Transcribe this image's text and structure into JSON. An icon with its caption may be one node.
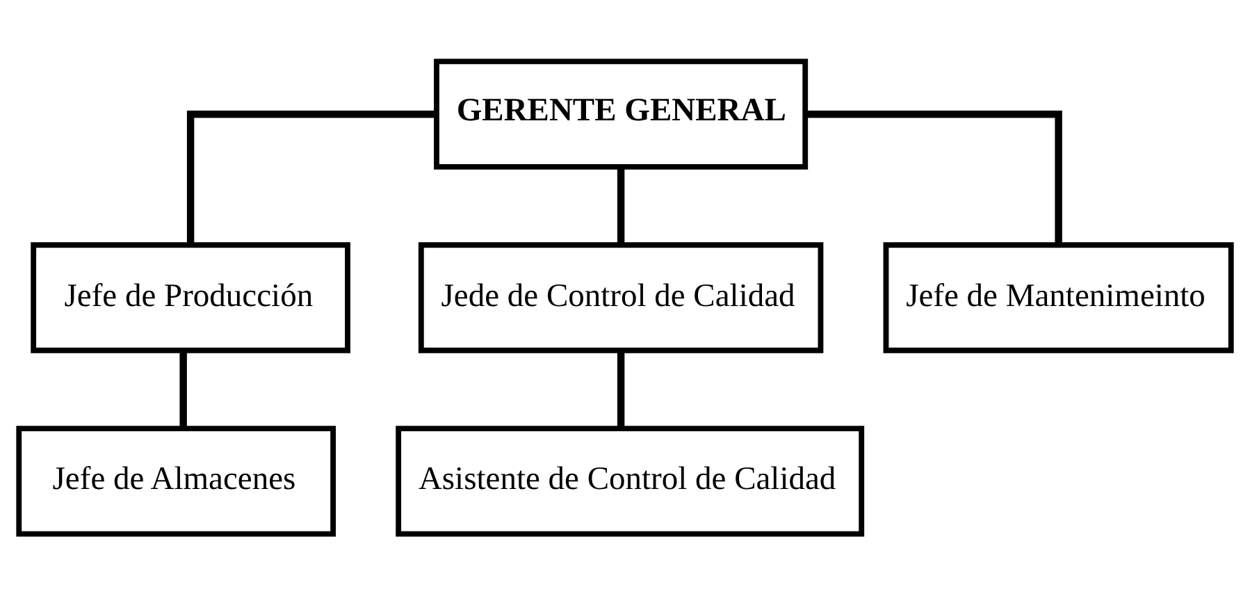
{
  "diagram": {
    "nodes": [
      {
        "text": [
          "GERENTE GENERAL"
        ]
      },
      {
        "text": [
          "Jefe de Producción"
        ]
      },
      {
        "text": [
          "Jede de Control de Calidad"
        ]
      },
      {
        "text": [
          "Jefe de Mantenimeinto"
        ]
      },
      {
        "text": [
          "Jefe de Almacenes"
        ]
      },
      {
        "text": [
          "Asistente de Control de Calidad"
        ]
      }
    ],
    "edges": [
      {
        "from": 0,
        "to": 1,
        "arrow": "none"
      },
      {
        "from": 0,
        "to": 2,
        "arrow": "none"
      },
      {
        "from": 0,
        "to": 3,
        "arrow": "none"
      },
      {
        "from": 1,
        "to": 4,
        "arrow": "none"
      },
      {
        "from": 2,
        "to": 5,
        "arrow": "none"
      }
    ]
  }
}
